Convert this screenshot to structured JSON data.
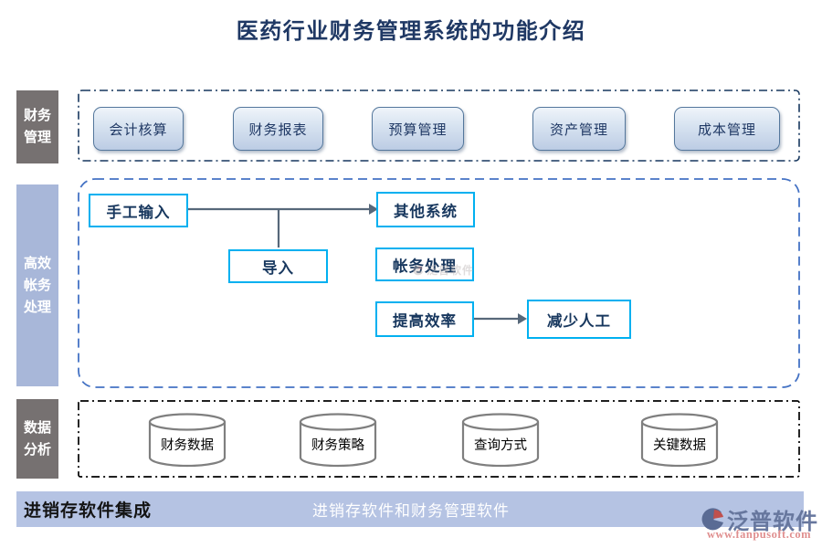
{
  "page": {
    "title": "医药行业财务管理系统的功能介绍"
  },
  "sections": {
    "finance": {
      "label": "财务管理",
      "buttons": [
        "会计核算",
        "财务报表",
        "预算管理",
        "资产管理",
        "成本管理"
      ]
    },
    "processing": {
      "label": "高效帐务处理",
      "nodes": {
        "manual_input": "手工输入",
        "other_systems": "其他系统",
        "import": "导入",
        "accounting": "帐务处理",
        "efficiency": "提高效率",
        "less_labor": "减少人工"
      }
    },
    "analysis": {
      "label": "数据分析",
      "databases": [
        "财务数据",
        "财务策略",
        "查询方式",
        "关键数据"
      ]
    }
  },
  "footer": {
    "left": "进销存软件集成",
    "center": "进销存软件和财务管理软件",
    "brand": "泛普软件",
    "url": "www.fanpusoft.com"
  },
  "watermark": "泛普软件",
  "colors": {
    "title_navy": "#1f3864",
    "node_border_cyan": "#00b0f0",
    "section_label_gray": "#767171",
    "section_label_blue": "#a8b7d9",
    "footer_bar_blue": "#b5c3e3",
    "frame_navy_dashdot": "#17375e",
    "frame_blue_dashed": "#4472c4",
    "frame_black_dashdot": "#000000",
    "connector_gray": "#57687a",
    "brand_text": "#67779e",
    "brand_url": "#e08f8f",
    "brand_red": "#c0504d"
  }
}
